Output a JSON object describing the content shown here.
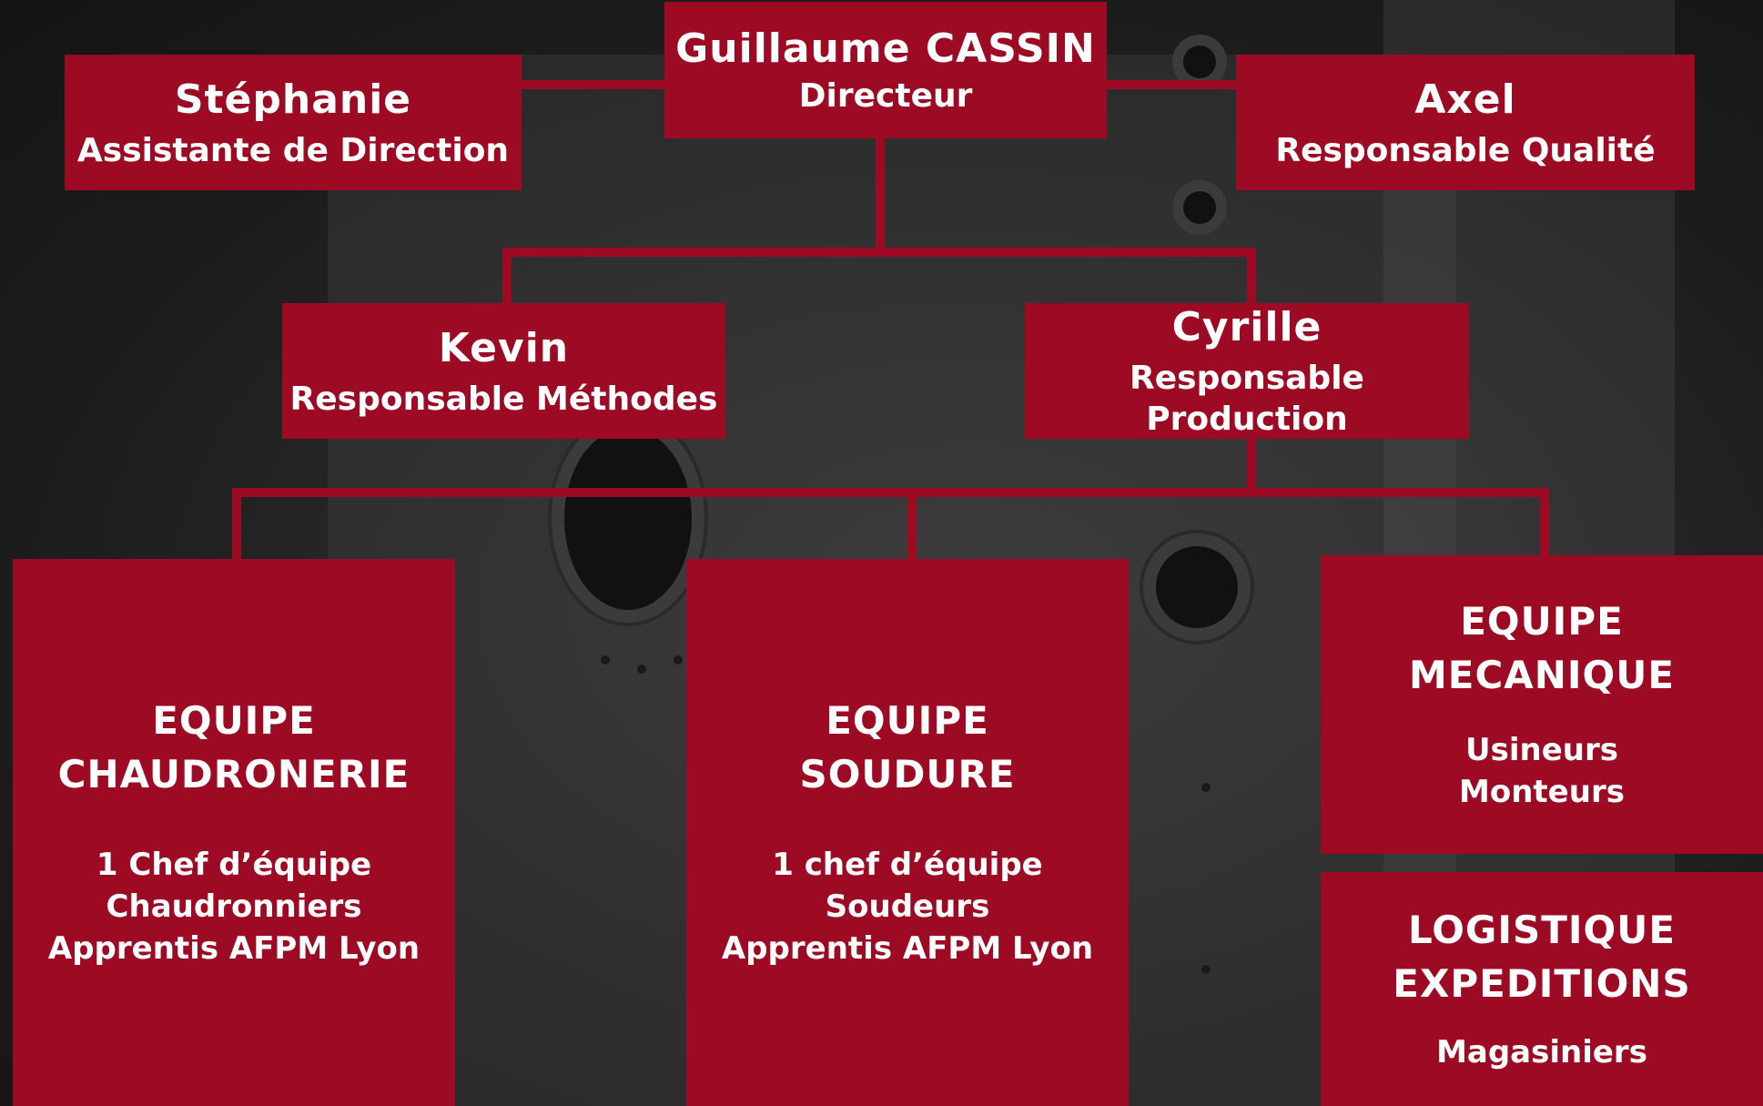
{
  "director": {
    "name": "Guillaume CASSIN",
    "role": "Directeur"
  },
  "assistant": {
    "name": "Stéphanie",
    "role": "Assistante de Direction"
  },
  "quality": {
    "name": "Axel",
    "role": "Responsable Qualité"
  },
  "methods": {
    "name": "Kevin",
    "role": "Responsable Méthodes"
  },
  "production": {
    "name": "Cyrille",
    "role": "Responsable Production"
  },
  "teams": {
    "chaudronerie": {
      "title1": "EQUIPE",
      "title2": "CHAUDRONERIE",
      "lines": [
        "1 Chef d’équipe",
        "Chaudronniers",
        "Apprentis AFPM Lyon"
      ]
    },
    "soudure": {
      "title1": "EQUIPE",
      "title2": "SOUDURE",
      "lines": [
        "1 chef d’équipe",
        "Soudeurs",
        "Apprentis AFPM Lyon"
      ]
    },
    "mecanique": {
      "title1": "EQUIPE",
      "title2": "MECANIQUE",
      "lines": [
        "Usineurs",
        "Monteurs"
      ]
    },
    "logistique": {
      "title1": "LOGISTIQUE",
      "title2": "EXPEDITIONS",
      "lines": [
        "Magasiniers"
      ]
    }
  },
  "colors": {
    "box": "#9c0a24",
    "text": "#ffffff",
    "background": "#1e1e1e"
  }
}
